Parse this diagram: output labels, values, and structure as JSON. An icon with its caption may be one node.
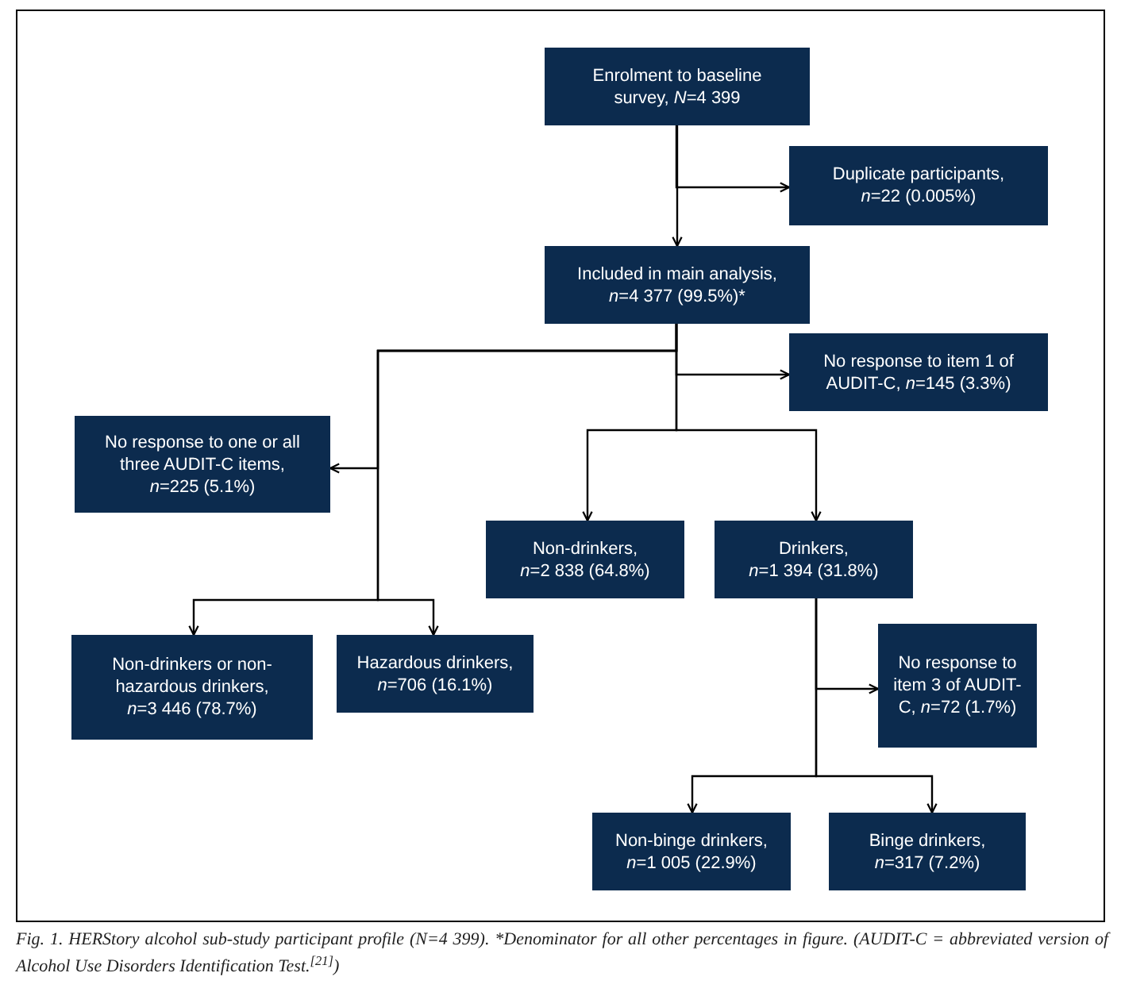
{
  "diagram": {
    "caption": "Fig. 1. HERStory alcohol sub-study participant profile (N=4 399). *Denominator for all other percentages in figure. (AUDIT-C = abbreviated version of Alcohol Use Disorders Identification Test.$^{[21]}$)",
    "nodes": [
      {
        "text": [
          "Enrolment to baseline survey, *N*=4 399"
        ]
      },
      {
        "text": [
          "Duplicate participants, *n*=22 (0.005%)"
        ]
      },
      {
        "text": [
          "Included in main analysis, *n*=4 377 (99.5%)*"
        ]
      },
      {
        "text": [
          "No response to item 1 of AUDIT-C, *n*=145 (3.3%)"
        ]
      },
      {
        "text": [
          "No response to one or all three AUDIT-C items, *n*=225 (5.1%)"
        ]
      },
      {
        "text": [
          "Non-drinkers, *n*=2 838 (64.8%)"
        ]
      },
      {
        "text": [
          "Drinkers, *n*=1 394 (31.8%)"
        ]
      },
      {
        "text": [
          "Non-drinkers or non-hazardous drinkers, *n*=3 446 (78.7%)"
        ]
      },
      {
        "text": [
          "Hazardous drinkers, *n*=706 (16.1%)"
        ]
      },
      {
        "text": [
          "No response to item 3 of AUDIT-C, *n*=72 (1.7%)"
        ]
      },
      {
        "text": [
          "Non-binge drinkers, *n*=1 005 (22.9%)"
        ]
      },
      {
        "text": [
          "Binge drinkers, *n*=317 (7.2%)"
        ]
      }
    ],
    "edges": [
      {
        "from": 0,
        "to": 2,
        "arrow": "to"
      },
      {
        "from": 0,
        "to": 1,
        "arrow": "to"
      },
      {
        "from": 2,
        "to": 3,
        "arrow": "to"
      },
      {
        "from": 2,
        "to": 5,
        "arrow": "to"
      },
      {
        "from": 2,
        "to": 6,
        "arrow": "to"
      },
      {
        "from": 2,
        "to": 4,
        "arrow": "to"
      },
      {
        "from": 2,
        "to": 7,
        "arrow": "to"
      },
      {
        "from": 2,
        "to": 8,
        "arrow": "to"
      },
      {
        "from": 6,
        "to": 9,
        "arrow": "to"
      },
      {
        "from": 6,
        "to": 10,
        "arrow": "to"
      },
      {
        "from": 6,
        "to": 11,
        "arrow": "to"
      }
    ]
  }
}
